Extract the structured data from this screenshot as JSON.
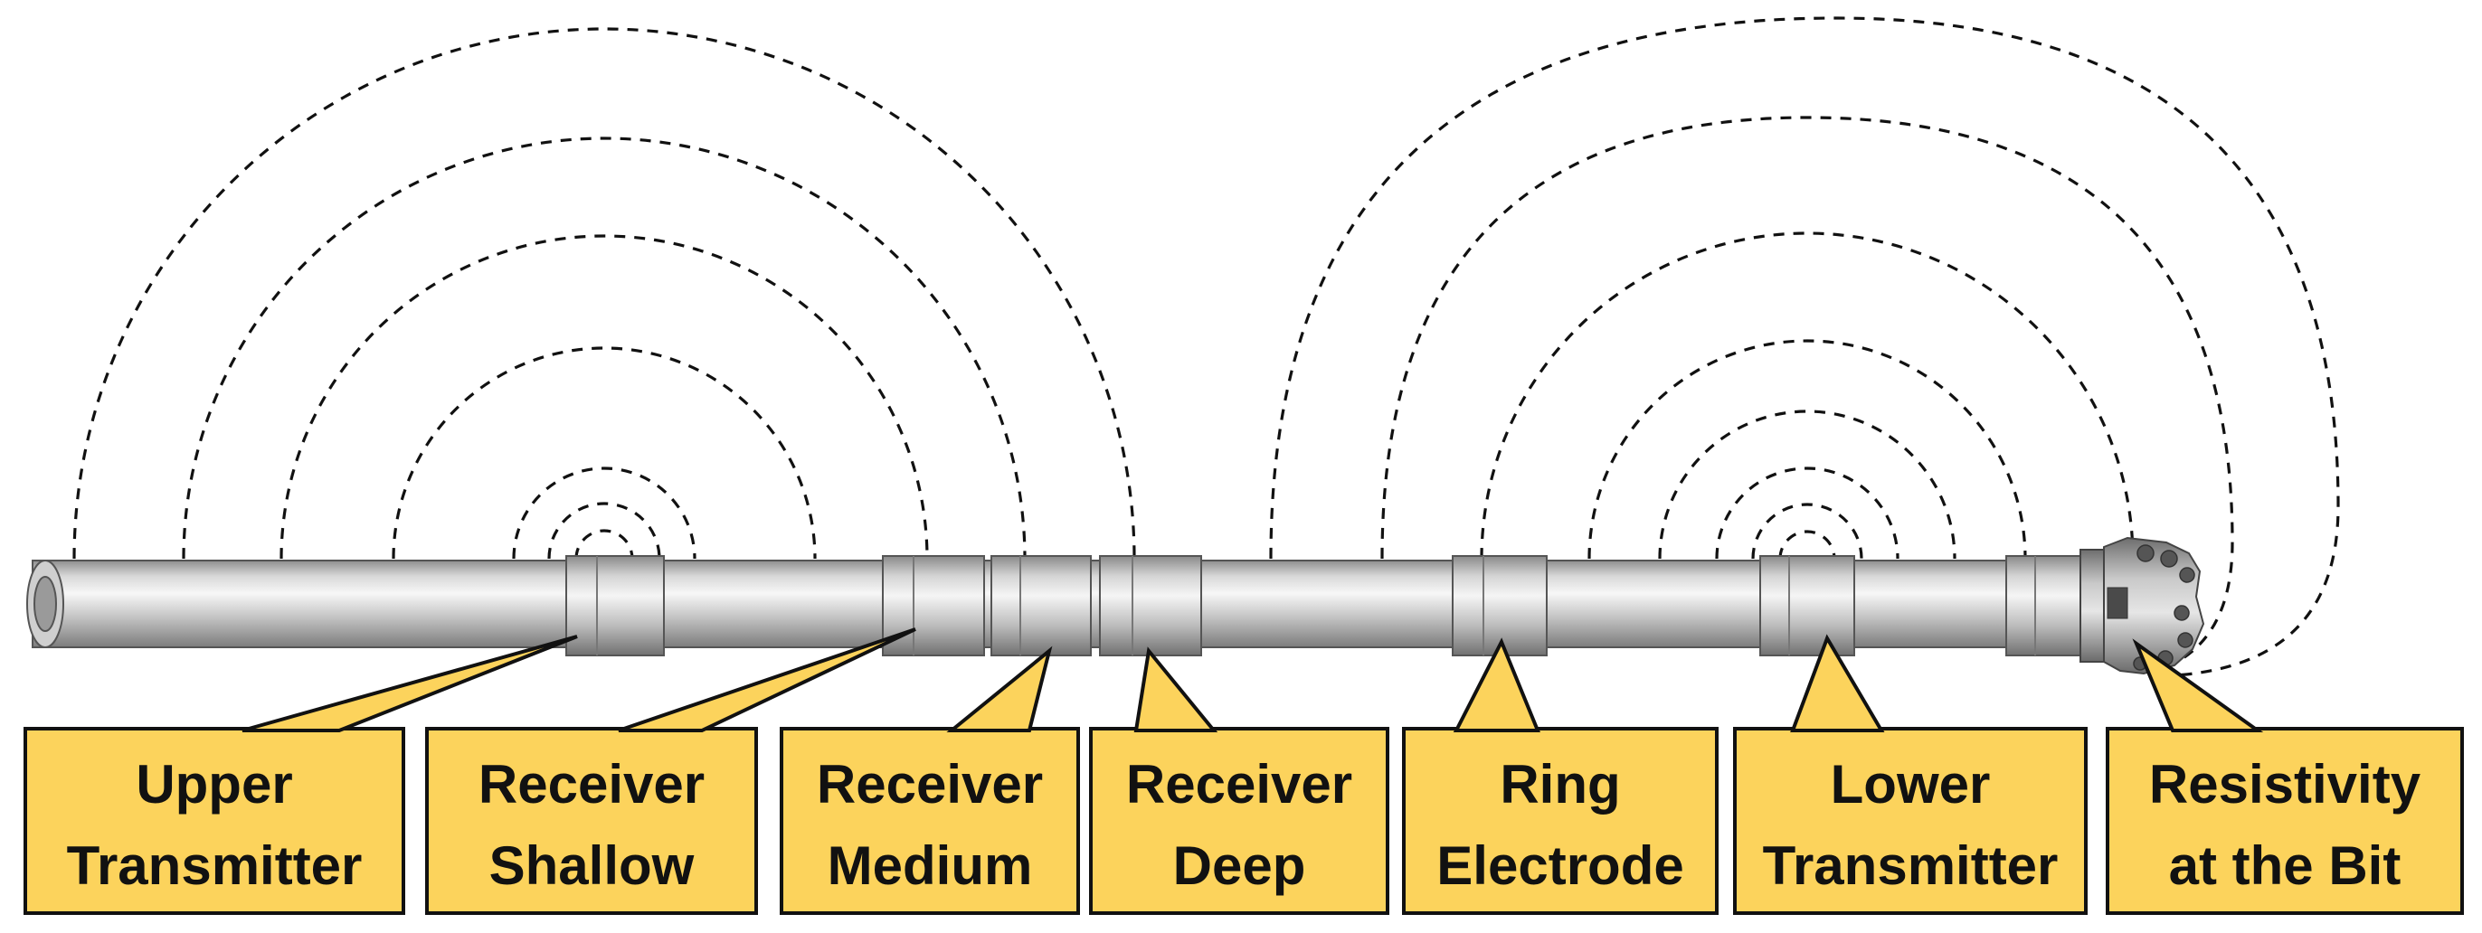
{
  "diagram": {
    "labels": {
      "upper_transmitter": [
        "Upper",
        "Transmitter"
      ],
      "receiver_shallow": [
        "Receiver",
        "Shallow"
      ],
      "receiver_medium": [
        "Receiver",
        "Medium"
      ],
      "receiver_deep": [
        "Receiver",
        "Deep"
      ],
      "ring_electrode": [
        "Ring",
        "Electrode"
      ],
      "lower_transmitter": [
        "Lower",
        "Transmitter"
      ],
      "resistivity_at_bit": [
        "Resistivity",
        "at the Bit"
      ]
    },
    "colors": {
      "callout_fill": "#fcd35c",
      "outline": "#111111",
      "tool_body": "#c8c8c8",
      "bit_body": "#9a9a9a"
    }
  }
}
